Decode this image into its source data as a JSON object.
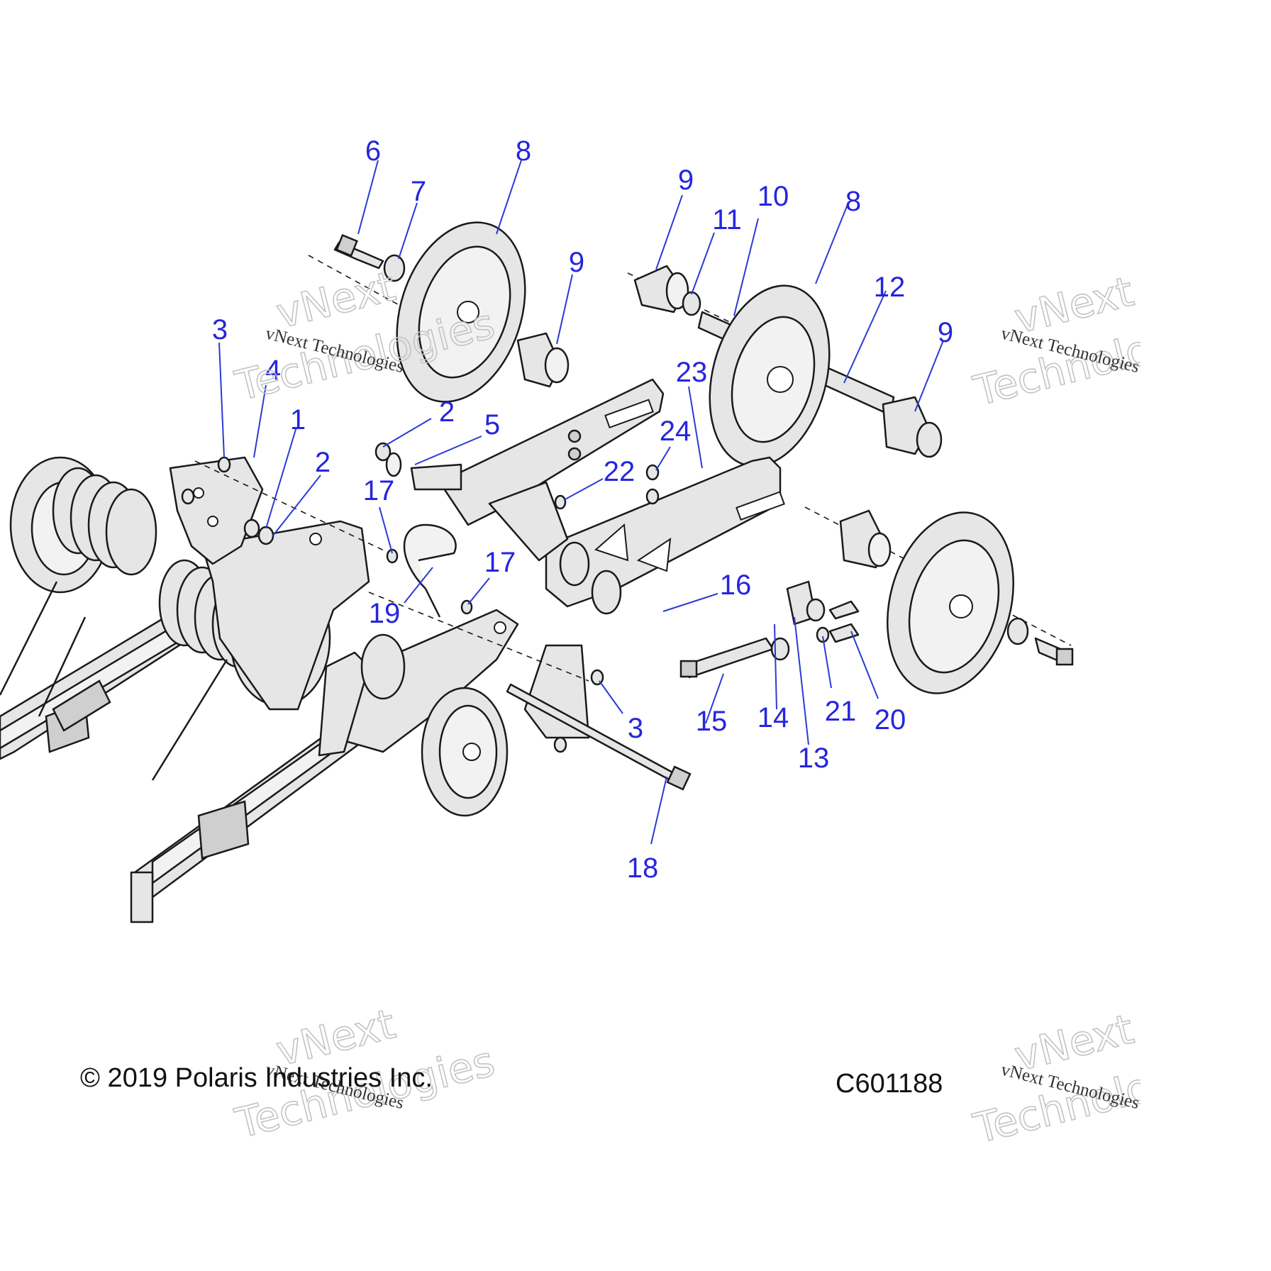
{
  "diagram": {
    "callouts": [
      "6",
      "7",
      "8",
      "9",
      "10",
      "11",
      "8",
      "12",
      "9",
      "9",
      "3",
      "4",
      "1",
      "2",
      "2",
      "5",
      "23",
      "24",
      "22",
      "17",
      "17",
      "19",
      "16",
      "3",
      "15",
      "14",
      "13",
      "21",
      "20",
      "18"
    ]
  },
  "watermark": {
    "line_small": "vNext Technologies",
    "line_big_1": "vNext",
    "line_big_2": "Technologies"
  },
  "footer": {
    "copyright": "© 2019 Polaris Industries Inc.",
    "code": "C601188"
  }
}
